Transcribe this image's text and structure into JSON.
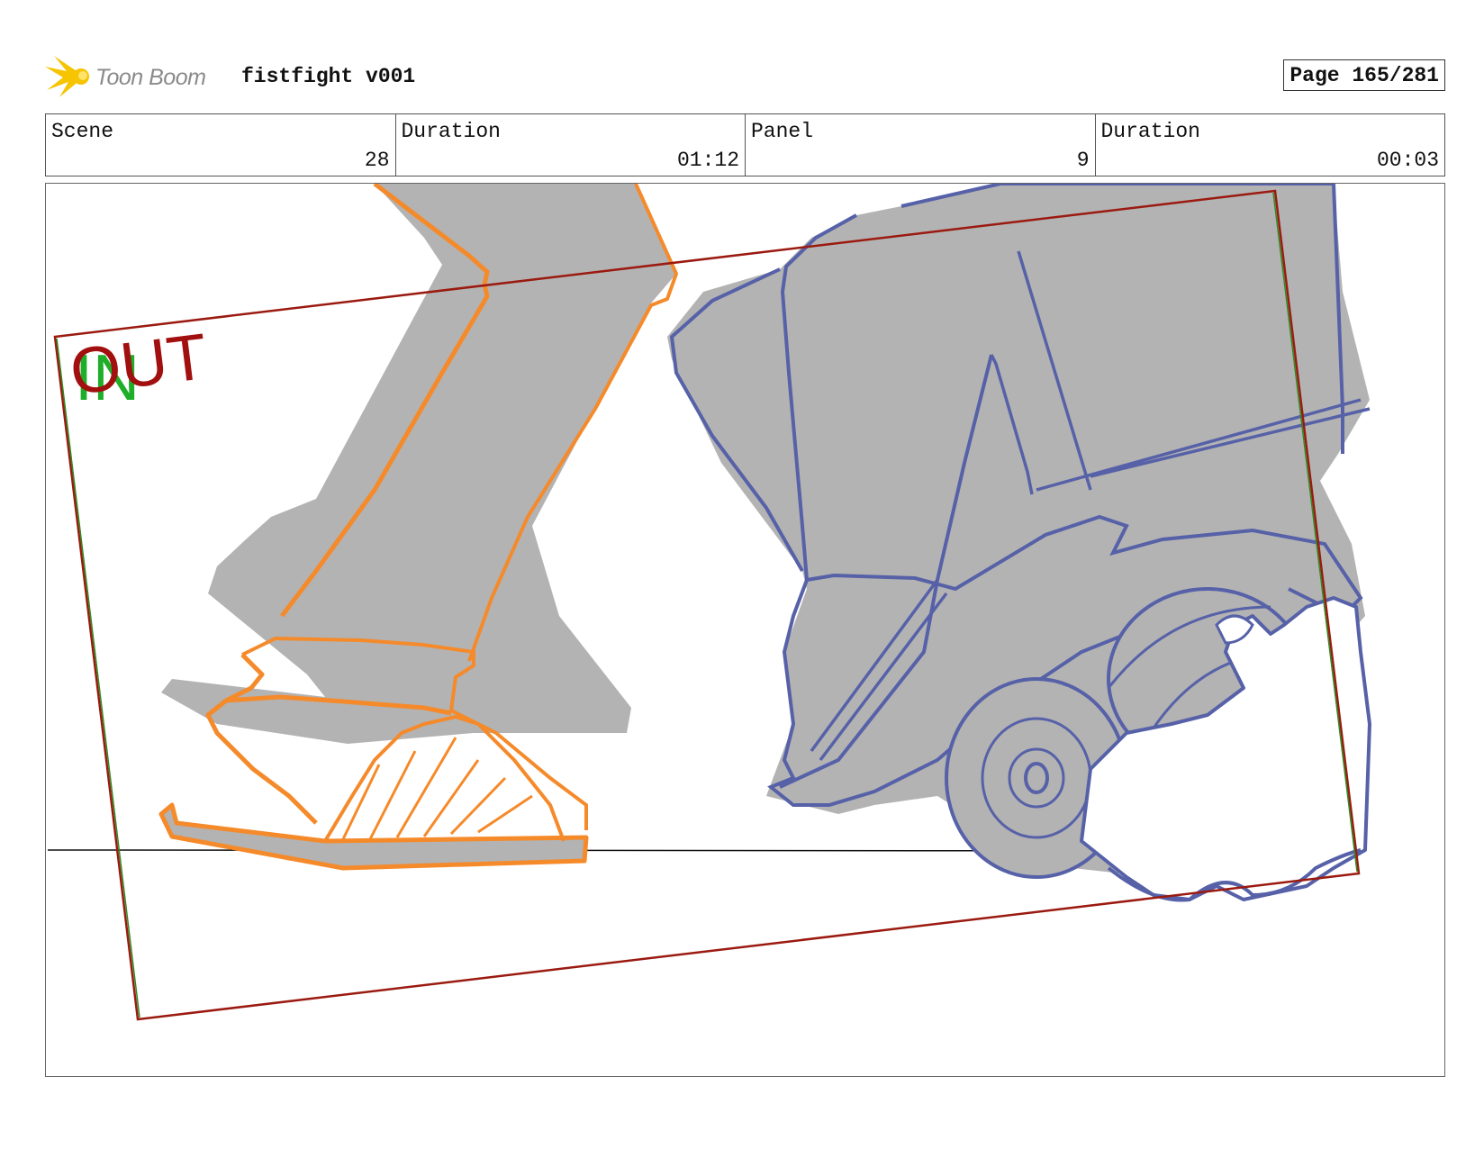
{
  "header": {
    "logo_text": "Toon Boom",
    "project_title": "fistfight v001",
    "page_label": "Page 165/281"
  },
  "info": [
    {
      "label": "Scene",
      "value": "28"
    },
    {
      "label": "Duration",
      "value": "01:12"
    },
    {
      "label": "Panel",
      "value": "9"
    },
    {
      "label": "Duration",
      "value": "00:03"
    }
  ],
  "panel": {
    "in_marker": "IN",
    "out_marker": "OUT"
  },
  "colors": {
    "orange_line": "#f58a2b",
    "blue_line": "#5661a8",
    "fill_gray": "#b3b3b3",
    "camera_frame": "#9b1a10",
    "camera_frame_inner": "#2e8b22"
  }
}
